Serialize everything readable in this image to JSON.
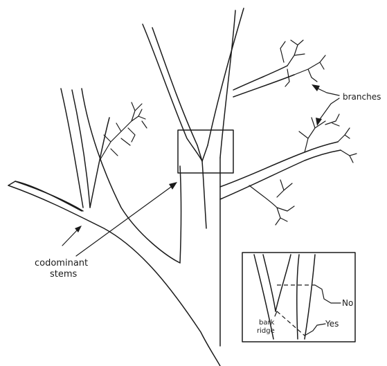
{
  "labels": {
    "branches": "branches",
    "codominant_line1": "codominant",
    "codominant_line2": "stems",
    "no": "No",
    "yes": "Yes",
    "bark_line1": "bark",
    "bark_line2": "ridge"
  }
}
